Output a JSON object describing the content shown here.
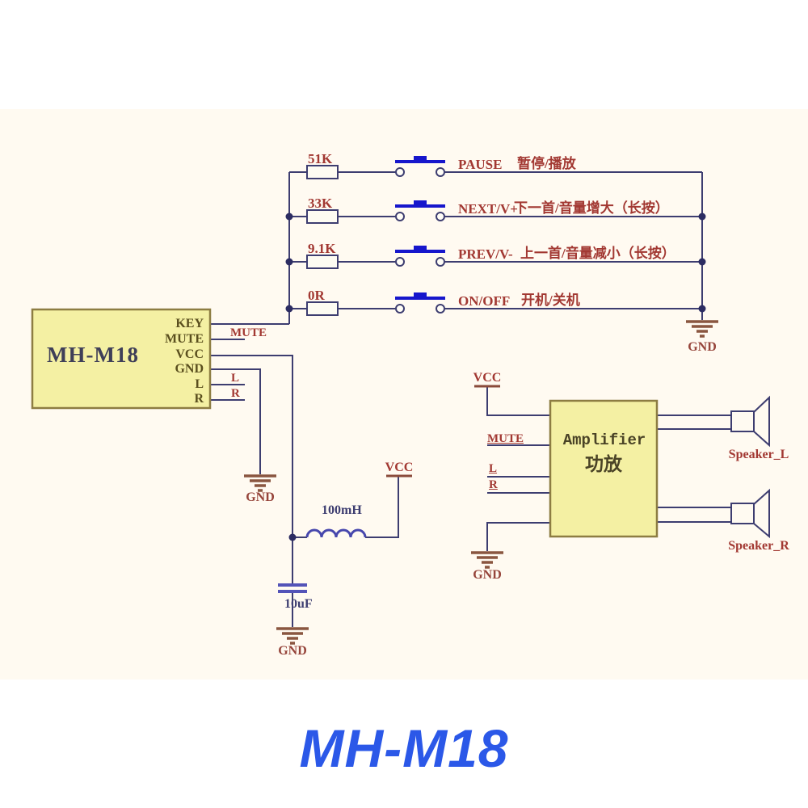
{
  "page": {
    "title": "MH-M18"
  },
  "colors": {
    "wire": "#3d3d70",
    "component_fill": "#f4f0a3",
    "component_border": "#8d7d42",
    "button_blue": "#1616cc",
    "inductor_blue": "#4747ad",
    "capacitor_blue": "#5353b8",
    "label_red": "#a23832",
    "ground_brown": "#8a5640",
    "title_blue": "#2b58e8"
  },
  "schematic": {
    "module": {
      "name": "MH-M18",
      "pins": [
        "KEY",
        "MUTE",
        "VCC",
        "GND",
        "L",
        "R"
      ],
      "net_labels": {
        "mute": "MUTE",
        "l": "L",
        "r": "R"
      }
    },
    "key_rows": [
      {
        "resistor": "51K",
        "button_en": "PAUSE",
        "button_cn": "暂停/播放"
      },
      {
        "resistor": "33K",
        "button_en": "NEXT/V+",
        "button_cn": "下一首/音量增大（长按）"
      },
      {
        "resistor": "9.1K",
        "button_en": "PREV/V-",
        "button_cn": "上一首/音量减小（长按）"
      },
      {
        "resistor": "0R",
        "button_en": "ON/OFF",
        "button_cn": "开机/关机"
      }
    ],
    "power": {
      "vcc": "VCC",
      "gnd": "GND"
    },
    "inductor": {
      "value": "100mH"
    },
    "capacitor": {
      "value": "10uF"
    },
    "amplifier": {
      "title_en": "Amplifier",
      "title_cn": "功放",
      "inputs": [
        "VCC",
        "MUTE",
        "L",
        "R"
      ],
      "speakers": [
        "Speaker_L",
        "Speaker_R"
      ]
    }
  }
}
